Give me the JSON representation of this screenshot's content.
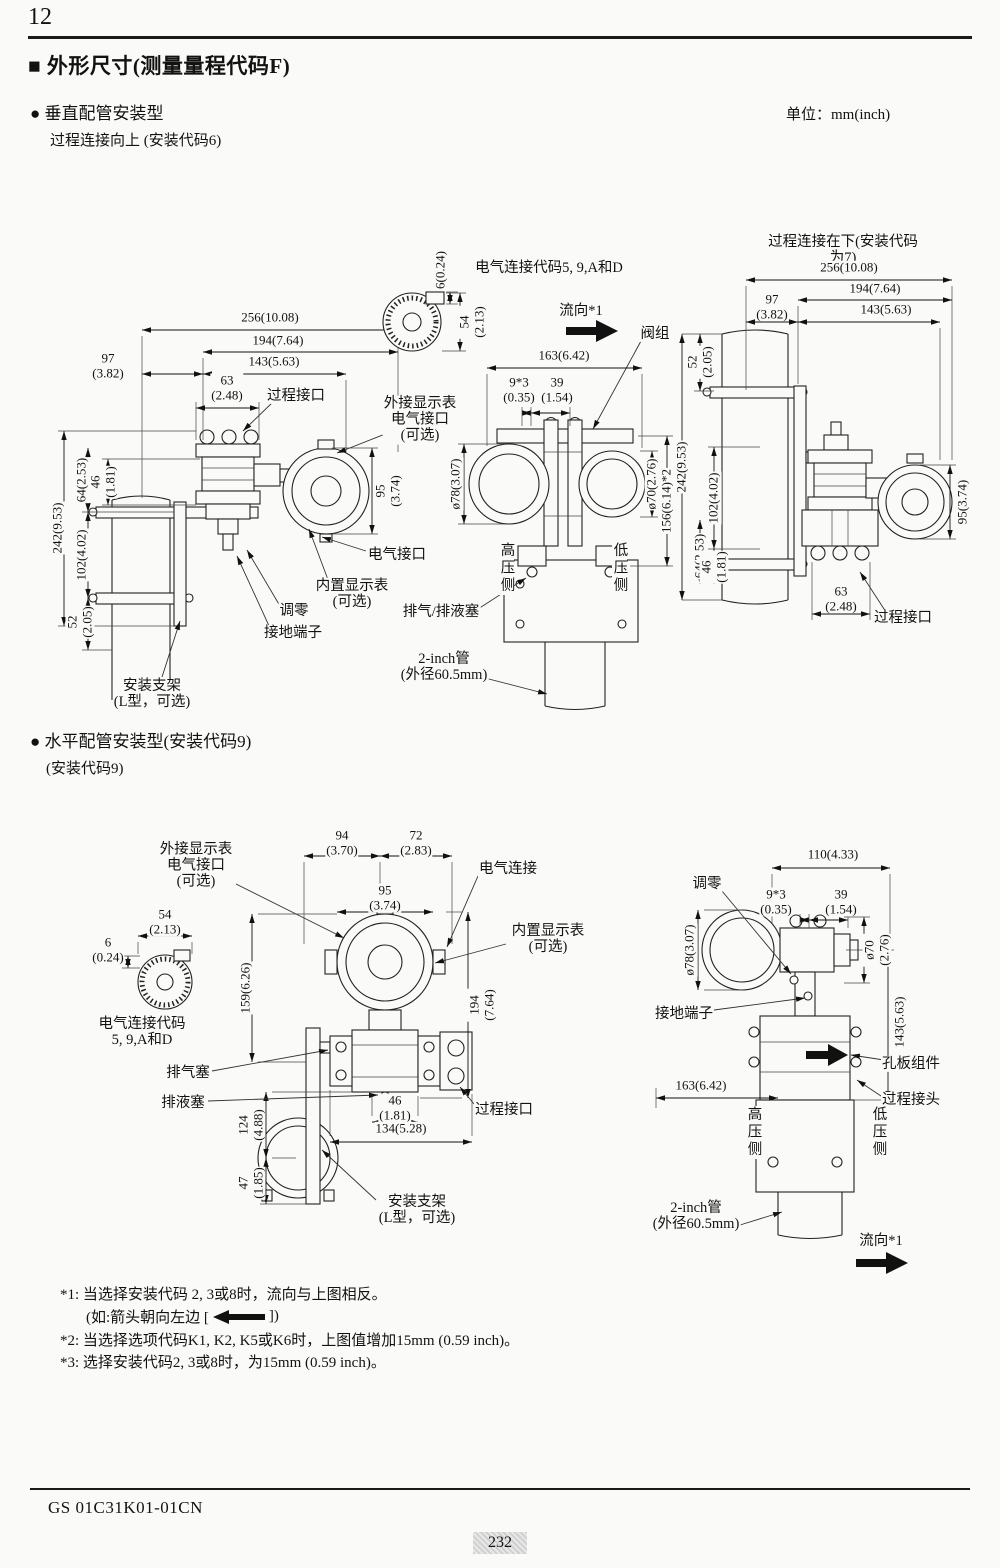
{
  "page": {
    "corner": "12",
    "title": "■ 外形尺寸(测量量程代码F)",
    "unit": "单位：mm(inch)",
    "doc_code": "GS 01C31K01-01CN",
    "page_number": "232"
  },
  "sec1": {
    "heading": "● 垂直配管安装型",
    "subheading": "过程连接向上 (安装代码6)",
    "labels": {
      "elec_code": "电气连接代码5, 9,A和D",
      "flow": "流向*1",
      "manifold": "阀组",
      "right_title": "过程连接在下(安装代码为7)",
      "process_conn_left": "过程接口",
      "process_conn_right": "过程接口",
      "ext_display": "外接显示表\n电气接口\n(可选)",
      "elec_conn": "电气接口",
      "builtin_display": "内置显示表\n(可选)",
      "zero": "调零",
      "ground": "接地端子",
      "vent_drain": "排气/排液塞",
      "pipe2": "2-inch管\n(外径60.5mm)",
      "bracket": "安装支架\n(L型，可选)",
      "high": "高压侧",
      "low": "低压侧"
    },
    "dims": {
      "d256l": "256(10.08)",
      "d194l": "194(7.64)",
      "d97l": "97\n(3.82)",
      "d143l": "143(5.63)",
      "d63l": "63\n(2.48)",
      "d242l": "242(9.53)",
      "d102l": "102(4.02)",
      "d64l": "64(2.53)",
      "d46l": "46\n(1.81)",
      "d52l": "52\n(2.05)",
      "d95l": "95\n(3.74)",
      "d6": "6(0.24)",
      "d54": "54\n(2.13)",
      "d163": "163(6.42)",
      "d9": "9*3\n(0.35)",
      "d39": "39\n(1.54)",
      "dia78": "ø78(3.07)",
      "dia70": "ø70(2.76)",
      "d156": "156(6.14)*2",
      "d256r": "256(10.08)",
      "d194r": "194(7.64)",
      "d97r": "97\n(3.82)",
      "d143r": "143(5.63)",
      "d52r": "52\n(2.05)",
      "d242r": "242(9.53)",
      "d102r": "102(4.02)",
      "d64r": "64(2.53)",
      "d46r": "46\n(1.81)",
      "d95r": "95(3.74)",
      "d63r": "63\n(2.48)"
    }
  },
  "sec2": {
    "heading": "● 水平配管安装型(安装代码9)",
    "subheading": "(安装代码9)",
    "labels": {
      "ext_display": "外接显示表\n电气接口\n(可选)",
      "elec_conn": "电气连接",
      "builtin_display": "内置显示表\n(可选)",
      "elec_code": "电气连接代码\n5, 9,A和D",
      "vent": "排气塞",
      "drain": "排液塞",
      "process_conn": "过程接口",
      "bracket": "安装支架\n(L型，可选)",
      "zero": "调零",
      "ground": "接地端子",
      "orifice": "孔板组件",
      "process_joint": "过程接头",
      "high": "高压侧",
      "low": "低压侧",
      "pipe2": "2-inch管\n(外径60.5mm)",
      "flow": "流向*1"
    },
    "dims": {
      "d94": "94\n(3.70)",
      "d72": "72\n(2.83)",
      "d95": "95\n(3.74)",
      "d54": "54\n(2.13)",
      "d6": "6\n(0.24)",
      "d159": "159(6.26)",
      "d194": "194\n(7.64)",
      "d46": "46\n(1.81)",
      "d134": "134(5.28)",
      "d124": "124\n(4.88)",
      "d47": "47\n(1.85)",
      "d110": "110(4.33)",
      "d9": "9*3\n(0.35)",
      "d39": "39\n(1.54)",
      "dia78": "ø78(3.07)",
      "dia70": "ø70\n(2.76)",
      "d143": "143(5.63)",
      "d163": "163(6.42)"
    }
  },
  "notes": {
    "n1": "*1: 当选择安装代码 2, 3或8时，流向与上图相反。",
    "n1b_pre": "(如:箭头朝向左边 [",
    "n1b_post": "])",
    "n2": "*2: 当选择选项代码K1, K2, K5或K6时，上图值增加15mm (0.59 inch)。",
    "n3": "*3: 选择安装代码2, 3或8时，为15mm (0.59 inch)。"
  }
}
